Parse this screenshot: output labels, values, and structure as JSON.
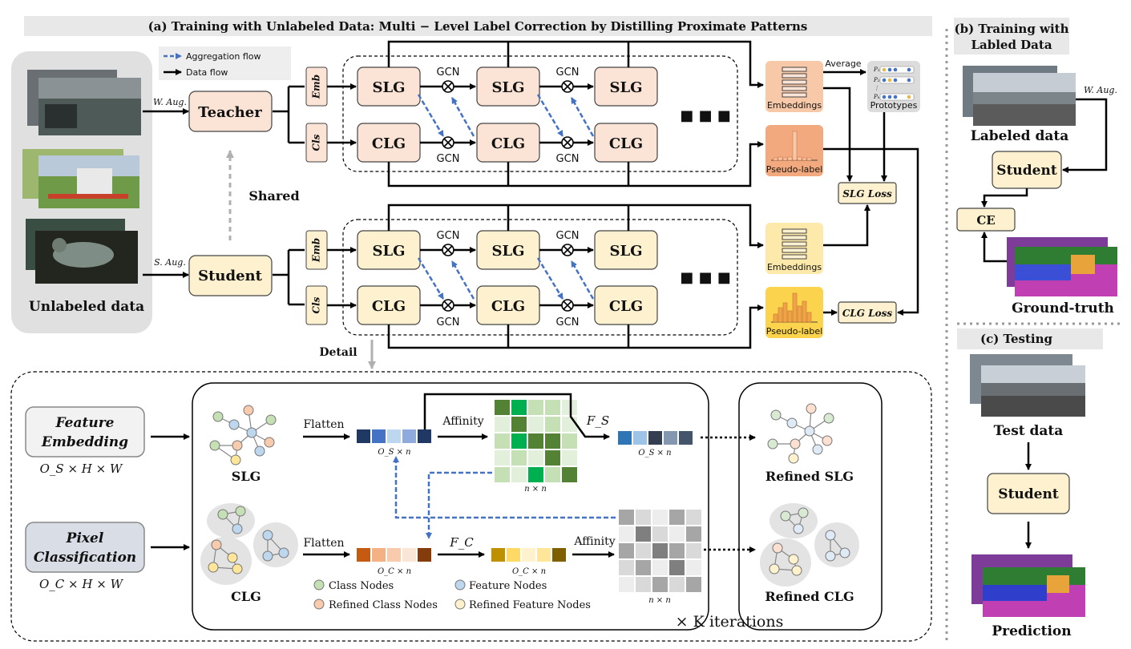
{
  "panel_a": {
    "header": "(a) Training with Unlabeled Data: Multi − Level Label Correction by Distilling Proximate Patterns",
    "legend": {
      "aggregation": "Aggregation flow",
      "data": "Data flow"
    },
    "input_label": "Unlabeled data",
    "weak_aug": "W. Aug.",
    "strong_aug": "S. Aug.",
    "teacher": "Teacher",
    "student": "Student",
    "shared": "Shared",
    "emb": "Emb",
    "cls": "Cls",
    "slg": "SLG",
    "clg": "CLG",
    "gcn": "GCN",
    "ellipsis": "■ ■ ■",
    "embeddings": "Embeddings",
    "pseudo_label": "Pseudo-label",
    "average": "Average",
    "prototypes": "Prototypes",
    "proto_p1": "P₁",
    "proto_p2": "P₂",
    "proto_dots": "⋮",
    "proto_pk": "Pₖ",
    "slg_loss": "SLG Loss",
    "clg_loss": "CLG Loss",
    "detail": "Detail"
  },
  "detail": {
    "feature_embedding": [
      "Feature",
      "Embedding"
    ],
    "feature_dims": "O_S × H × W",
    "pixel_classification": [
      "Pixel",
      "Classification"
    ],
    "pixel_dims": "O_C × H × W",
    "slg": "SLG",
    "clg": "CLG",
    "flatten": "Flatten",
    "affinity": "Affinity",
    "fs": "F_S",
    "fc": "F_C",
    "os_n": "O_S × n",
    "oc_n": "O_C × n",
    "n_n": "n × n",
    "refined_slg": "Refined SLG",
    "refined_clg": "Refined CLG",
    "iterations": "× K iterations",
    "legend": {
      "class_nodes": "Class Nodes",
      "feature_nodes": "Feature Nodes",
      "refined_class_nodes": "Refined Class Nodes",
      "refined_feature_nodes": "Refined Feature Nodes"
    }
  },
  "panel_b": {
    "header": [
      "(b) Training with",
      "Labled Data"
    ],
    "labeled_data": "Labeled data",
    "weak_aug": "W. Aug.",
    "student": "Student",
    "ce": "CE",
    "ground_truth": "Ground-truth"
  },
  "panel_c": {
    "header": "(c) Testing",
    "test_data": "Test data",
    "student": "Student",
    "prediction": "Prediction"
  },
  "colors": {
    "teacher_fill": "#fbe3d5",
    "student_fill": "#fdf1cf",
    "aggregation_arrow": "#4472c4",
    "header_bar": "#e8e8e8"
  }
}
